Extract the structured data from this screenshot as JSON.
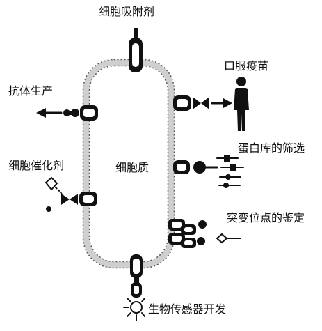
{
  "labels": {
    "cell_adsorbent": "细胞吸附剂",
    "oral_vaccine": "口服疫苗",
    "antibody_production": "抗体生产",
    "protein_library_screening": "蛋白库的筛选",
    "cell_catalyst": "细胞催化剂",
    "cytoplasm": "细胞质",
    "mutation_site_identification": "突变位点的鉴定",
    "biosensor_development": "生物传感器开发"
  },
  "colors": {
    "ink": "#111111",
    "membrane": "#cfcfcf",
    "background": "#ffffff"
  }
}
